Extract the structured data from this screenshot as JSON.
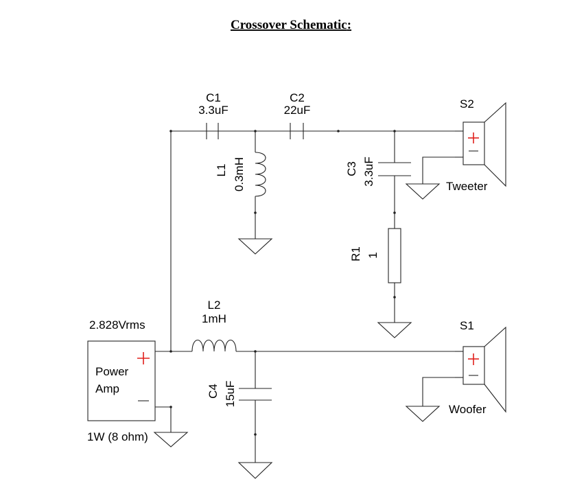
{
  "title": "Crossover Schematic",
  "title_colon": ":",
  "components": {
    "c1": {
      "name": "C1",
      "value": "3.3uF"
    },
    "c2": {
      "name": "C2",
      "value": "22uF"
    },
    "c3": {
      "name": "C3",
      "value": "3.3uF"
    },
    "c4": {
      "name": "C4",
      "value": "15uF"
    },
    "l1": {
      "name": "L1",
      "value": "0.3mH"
    },
    "l2": {
      "name": "L2",
      "value": "1mH"
    },
    "r1": {
      "name": "R1",
      "value": "1"
    },
    "s1": {
      "name": "S1",
      "label": "Woofer"
    },
    "s2": {
      "name": "S2",
      "label": "Tweeter"
    },
    "amp": {
      "line1": "Power",
      "line2": "Amp",
      "voltage": "2.828Vrms",
      "power": "1W (8 ohm)"
    }
  },
  "colors": {
    "wire": "#222222",
    "plus": "#e0201c"
  }
}
